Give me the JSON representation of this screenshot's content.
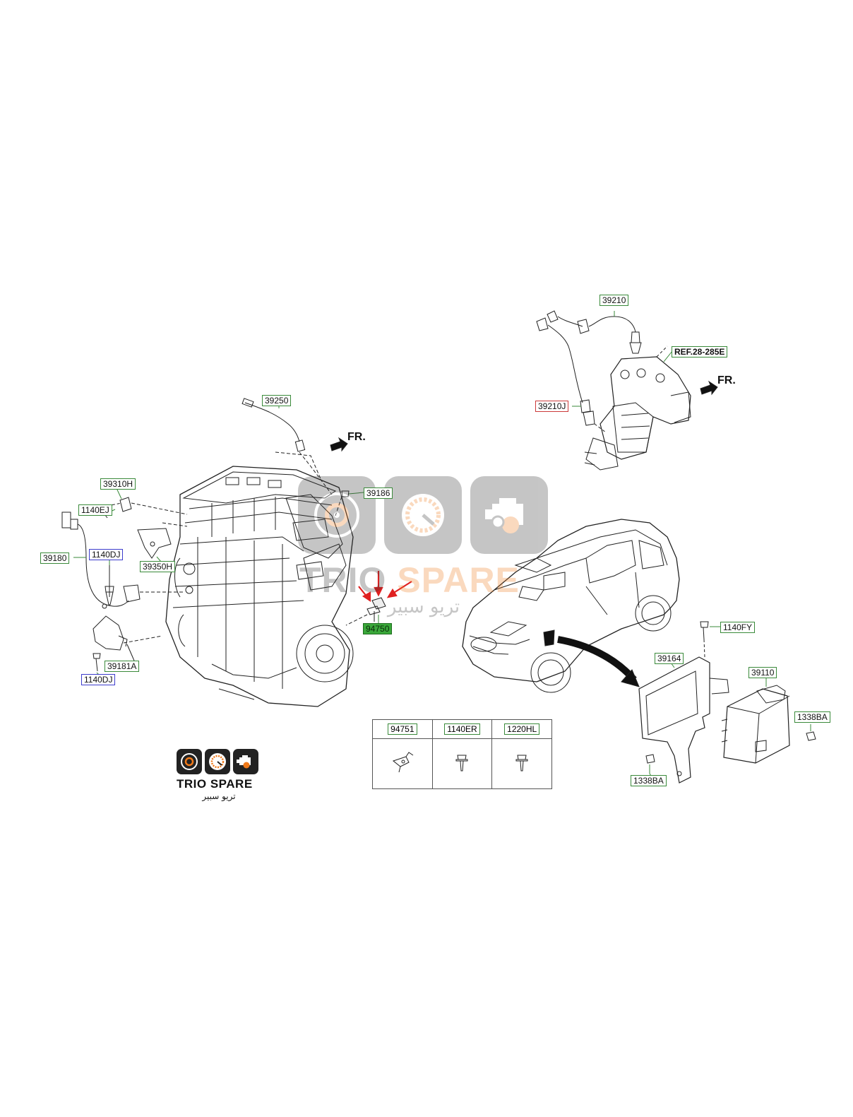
{
  "labels": {
    "l39250": "39250",
    "l39310H": "39310H",
    "l1140EJ": "1140EJ",
    "l39186": "39186",
    "l39180": "39180",
    "l1140DJ_a": "1140DJ",
    "l39350H": "39350H",
    "l94750": "94750",
    "l39181A": "39181A",
    "l1140DJ_b": "1140DJ",
    "l39210": "39210",
    "lREF": "REF.28-285E",
    "l39210J": "39210J",
    "l1140FY": "1140FY",
    "l39164": "39164",
    "l39110": "39110",
    "l1338BA_a": "1338BA",
    "l1338BA_b": "1338BA"
  },
  "front_indicators": {
    "fr_engine": "FR.",
    "fr_exhaust": "FR."
  },
  "bolt_table": {
    "col1": "94751",
    "col2": "1140ER",
    "col3": "1220HL"
  },
  "brand": {
    "name_part1": "TRIO",
    "name_part2": "SPARE",
    "arabic": "تريو سبير"
  },
  "watermark": {
    "name_part1": "TRIO",
    "name_part2": "SPARE",
    "arabic": "تريو سبير"
  },
  "colors": {
    "label_border": "#3a8a3a",
    "label_border_blue": "#3c3ccc",
    "label_border_red": "#cc3a3a",
    "highlight": "#3aa83a",
    "arrow_red": "#e02020",
    "brand_orange": "#f07a1a"
  }
}
